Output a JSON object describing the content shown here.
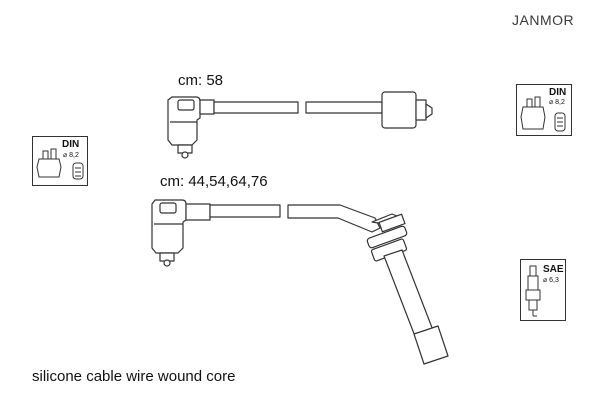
{
  "brand": "JANMOR",
  "cables": {
    "single_length": "cm: 58",
    "group_lengths": "cm: 44,54,64,76"
  },
  "description": "silicone cable wire wound core",
  "connectors": {
    "distributor_left": {
      "standard": "DIN",
      "diameter": "⌀ 8,2"
    },
    "distributor_right": {
      "standard": "DIN",
      "diameter": "⌀ 8,2"
    },
    "spark_plug": {
      "standard": "SAE",
      "diameter": "⌀ 6,3"
    }
  },
  "colors": {
    "outline": "#333333",
    "text": "#111111",
    "background": "#ffffff"
  }
}
